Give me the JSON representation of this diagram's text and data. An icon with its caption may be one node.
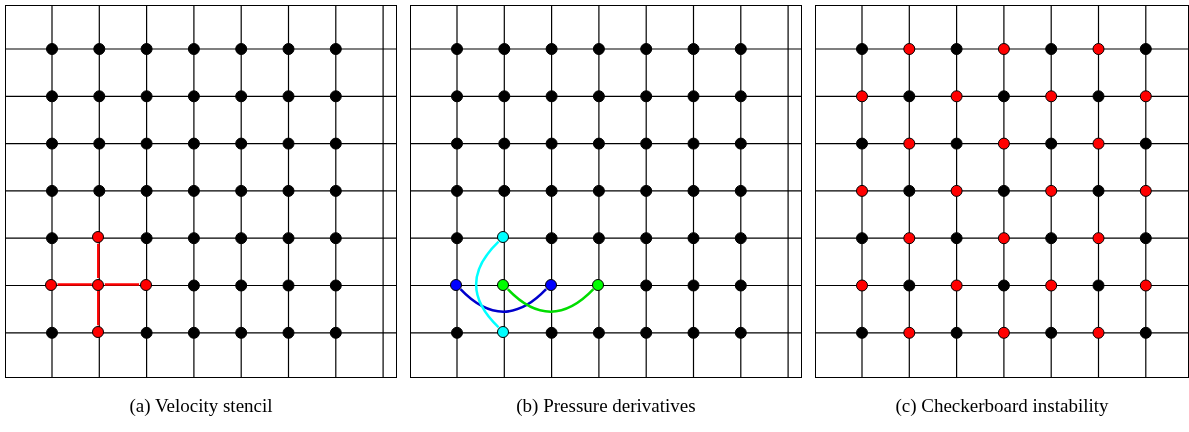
{
  "diagram": {
    "nodes": [
      {
        "text": [
          "(a) Velocity stencil"
        ]
      },
      {
        "text": [],
        "shape": "circle",
        "in": 0
      },
      {
        "text": [],
        "shape": "circle",
        "in": 0
      },
      {
        "text": [],
        "shape": "circle",
        "in": 0
      },
      {
        "text": [],
        "shape": "circle",
        "in": 0
      },
      {
        "text": [],
        "shape": "circle",
        "in": 0
      },
      {
        "text": [
          "(b) Pressure derivatives"
        ]
      },
      {
        "text": [],
        "shape": "circle",
        "in": 6
      },
      {
        "text": [],
        "shape": "circle",
        "in": 6
      },
      {
        "text": [],
        "shape": "circle",
        "in": 6
      },
      {
        "text": [],
        "shape": "circle",
        "in": 6
      },
      {
        "text": [],
        "shape": "circle",
        "in": 6
      },
      {
        "text": [],
        "shape": "circle",
        "in": 6
      },
      {
        "text": [
          "(c) Checkerboard instability"
        ]
      }
    ],
    "edges": [
      {
        "from": 3,
        "to": 1,
        "arrow": "none",
        "color": "#ff0000"
      },
      {
        "from": 3,
        "to": 2,
        "arrow": "none",
        "color": "#ff0000"
      },
      {
        "from": 3,
        "to": 4,
        "arrow": "none",
        "color": "#ff0000"
      },
      {
        "from": 3,
        "to": 5,
        "arrow": "none",
        "color": "#ff0000"
      },
      {
        "from": 8,
        "to": 10,
        "arrow": "none",
        "color": "#0000cc"
      },
      {
        "from": 9,
        "to": 11,
        "arrow": "none",
        "color": "#00dd00"
      },
      {
        "from": 7,
        "to": 12,
        "arrow": "none",
        "color": "#00ffff"
      }
    ]
  }
}
